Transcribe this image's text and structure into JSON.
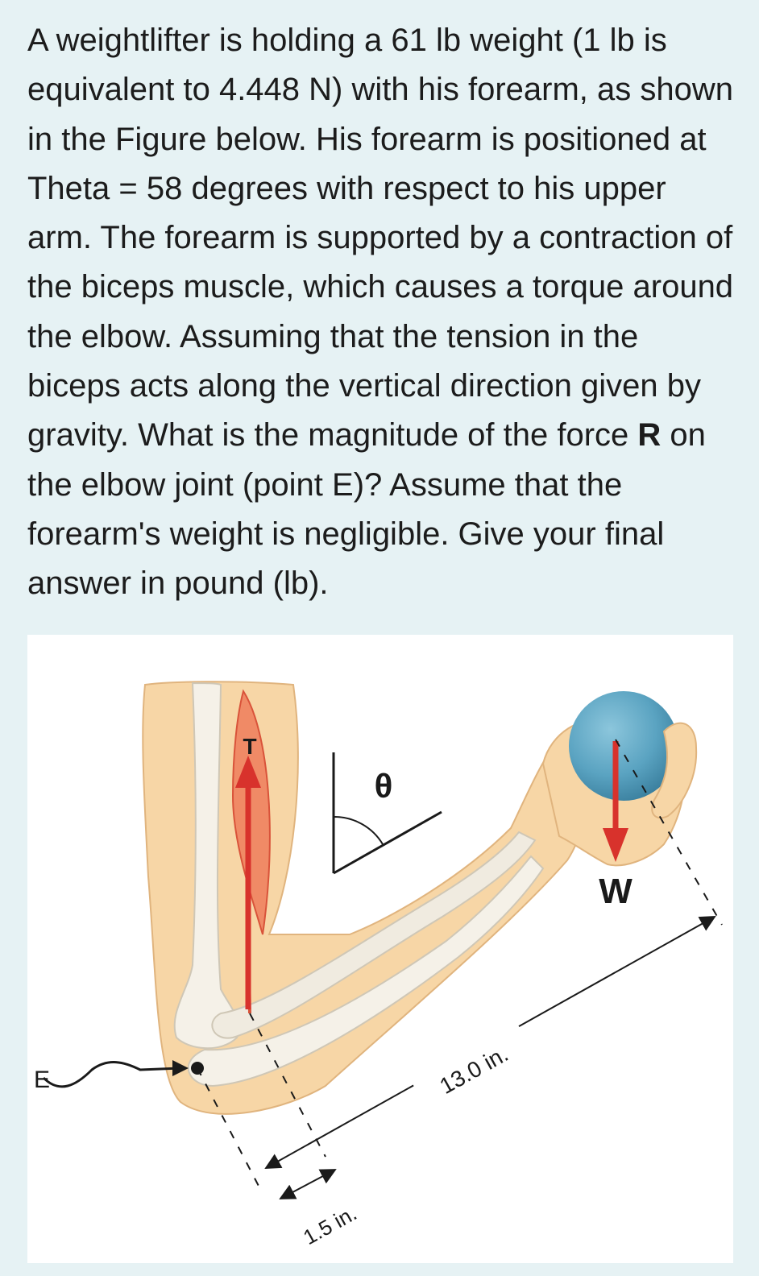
{
  "question": {
    "part1": "A weightlifter is holding a 61 lb weight (1 lb is equivalent to 4.448 N) with his forearm, as shown in the Figure below. His forearm is positioned at Theta = 58 degrees with respect to his upper arm. The forearm is supported by a contraction of the biceps muscle, which causes a torque around the elbow. Assuming that the tension in the biceps acts along the vertical direction given by gravity. What is the magnitude of the force ",
    "bold": "R",
    "part2": " on the elbow joint (point E)? Assume that the forearm's weight is negligible. Give your final answer in pound (lb)."
  },
  "figure": {
    "label_E": "E",
    "label_T": "T",
    "label_theta": "θ",
    "label_W": "W",
    "dim_long": "13.0 in.",
    "dim_short": "1.5 in.",
    "colors": {
      "skin": "#f7d6a6",
      "skin_outline": "#e0b47e",
      "bone": "#f5f1e8",
      "bone_outline": "#cfc7b6",
      "muscle": "#f08a66",
      "muscle_dark": "#d9533a",
      "arrow_red": "#d8322c",
      "ball": "#5aa3c1",
      "ball_dark": "#3a7f9e"
    }
  }
}
